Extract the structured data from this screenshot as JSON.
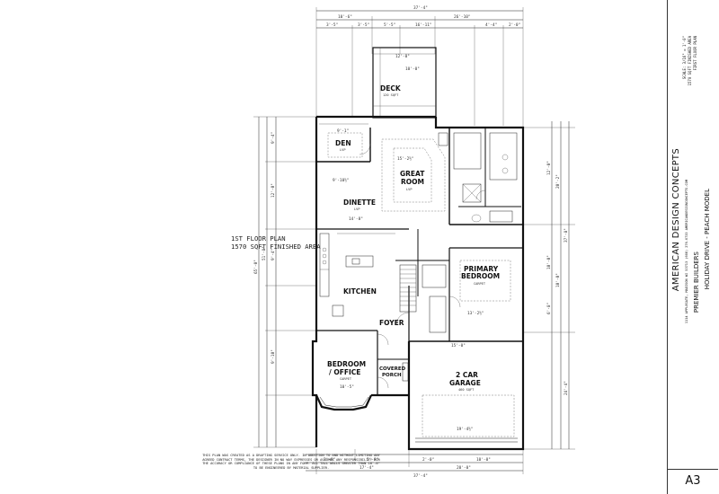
{
  "plan_label": {
    "line1": "1ST FLOOR PLAN",
    "line2": "1570 SQFT FINISHED AREA"
  },
  "disclaimer": "THIS PLAN WAS CREATED AS A DRAFTING SERVICE ONLY. IN ADDITION TO AND WITHOUT LIMITING ANY AGREED CONTRACT TERMS, THE DESIGNER IN NO WAY EXPRESSES OR ASSUMES ANY RESPONSIBILITY FOR THE ACCURACY OR COMPLIANCE OF THESE PLANS IN ANY FORM. ALL TALL WALLS GREATER THAN 10'-0\" TO BE ENGINEERED BY MATERIAL SUPPLIER.",
  "rooms": {
    "deck": "DECK",
    "den": "DEN",
    "great_room_1": "GREAT",
    "great_room_2": "ROOM",
    "dinette": "DINETTE",
    "kitchen": "KITCHEN",
    "primary_bedroom_1": "PRIMARY",
    "primary_bedroom_2": "BEDROOM",
    "foyer": "FOYER",
    "bedroom_office_1": "BEDROOM",
    "bedroom_office_2": "/ OFFICE",
    "covered_porch_1": "COVERED",
    "covered_porch_2": "PORCH",
    "garage_1": "2 CAR",
    "garage_2": "GARAGE"
  },
  "dimensions": {
    "top_overall": "37'-4\"",
    "top_left": "10'-6\"",
    "top_right": "26'-10\"",
    "deck_width": "12'-0\"",
    "deck_depth": "10'-0\"",
    "overall_depth": "65'-0\"",
    "left_depth": "51'-8\"",
    "bottom_overall": "37'-4\"",
    "bottom_garage": "20'-0\"",
    "den_size": "9'-1\"",
    "great_room_size": "15'-2½\"",
    "dinette_size": "9'-10½\"",
    "kitchen_width": "14'-8\"",
    "primary_size": "13'-2½\"",
    "garage_size": "19'-4½\"",
    "garage_depth": "24'-4\"",
    "bedroom_size": "10'-5\"",
    "right_upper": "20'-2\"",
    "right_mid": "10'-0\""
  },
  "title_block": {
    "company": "AMERICAN DESIGN CONCEPTS",
    "address": "1114 APPLEGATE, MADISON WI 53713 (608) 276-0733 AMERICANDESIGNCONCEPTS.COM",
    "client": "PREMIER BUILDERS",
    "project": "HOLIDAY DRIVE - PEACH MODEL",
    "sheet_title_1": "FIRST FLOOR PLAN",
    "sheet_title_2": "1570 SQFT FINISHED AREA",
    "sheet_title_3": "SCALE: 3/16\" = 1'-0\"",
    "sheet_number": "A3"
  },
  "colors": {
    "line": "#111111",
    "paper": "#ffffff"
  }
}
